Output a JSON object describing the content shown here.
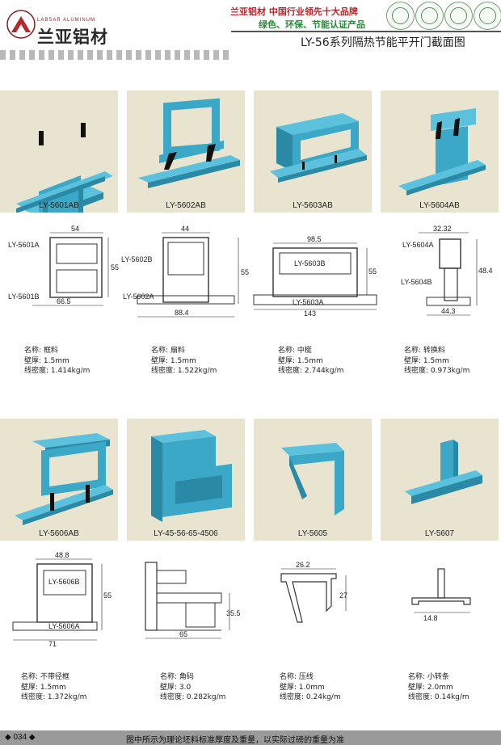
{
  "header": {
    "brand_en": "LABSAR ALUMINUM",
    "brand_cn": "兰亚铝材",
    "slogan_line1": "兰亚铝材  中国行业领先十大品牌",
    "slogan_line2": "绿色、环保、节能认证产品",
    "page_title": "LY-56系列隔热节能平开门截面图",
    "accent_red": "#b3282d",
    "accent_green": "#2c8a3c"
  },
  "colors": {
    "profile": "#3aa8c6",
    "panel": "#e9e4cf"
  },
  "spec_labels": {
    "name": "名称:",
    "thickness": "壁厚:",
    "density": "线密度:"
  },
  "row1": {
    "panels": [
      {
        "label": "LY-5601AB"
      },
      {
        "label": "LY-5602AB"
      },
      {
        "label": "LY-5603AB"
      },
      {
        "label": "LY-5604AB"
      }
    ],
    "drawings": [
      {
        "top": "54",
        "right": "55",
        "bottom": "66.5",
        "tag_a": "LY-5601A",
        "tag_b": "LY-5601B"
      },
      {
        "top": "44",
        "right": "55",
        "bottom": "88.4",
        "tag_a": "LY-5602B",
        "tag_b": "LY-5602A"
      },
      {
        "top": "98.5",
        "right": "55",
        "bottom": "143",
        "tag_a": "LY-5603B",
        "tag_b": "LY-5603A"
      },
      {
        "top": "32.32",
        "right": "48.4",
        "bottom": "44.3",
        "tag_a": "LY-5604A",
        "tag_b": "LY-5604B"
      }
    ],
    "specs": [
      {
        "name": "框料",
        "thickness": "1.5mm",
        "density": "1.414kg/m"
      },
      {
        "name": "扇料",
        "thickness": "1.5mm",
        "density": "1.522kg/m"
      },
      {
        "name": "中梃",
        "thickness": "1.5mm",
        "density": "2.744kg/m"
      },
      {
        "name": "转换料",
        "thickness": "1.5mm",
        "density": "0.973kg/m"
      }
    ]
  },
  "row2": {
    "panels": [
      {
        "label": "LY-5606AB"
      },
      {
        "label": "LY-45-56-65-4506"
      },
      {
        "label": "LY-5605"
      },
      {
        "label": "LY-5607"
      }
    ],
    "drawings": [
      {
        "top": "48.8",
        "right": "55",
        "bottom": "71",
        "tag_a": "LY-5606B",
        "tag_b": "LY-5606A"
      },
      {
        "right": "35.5",
        "bottom": "65"
      },
      {
        "top": "26.2",
        "right": "27"
      },
      {
        "bottom": "14.8"
      }
    ],
    "specs": [
      {
        "name": "不带径框",
        "thickness": "1.5mm",
        "density": "1.372kg/m"
      },
      {
        "name": "角码",
        "thickness": "3.0",
        "density": "0.282kg/m"
      },
      {
        "name": "压线",
        "thickness": "1.0mm",
        "density": "0.24kg/m"
      },
      {
        "name": "小转条",
        "thickness": "2.0mm",
        "density": "0.14kg/m"
      }
    ]
  },
  "footer": {
    "page_number": "◆ 034 ◆",
    "note": "图中所示为理论坯料标准厚度及重量，以实际过磅的重量为准"
  }
}
